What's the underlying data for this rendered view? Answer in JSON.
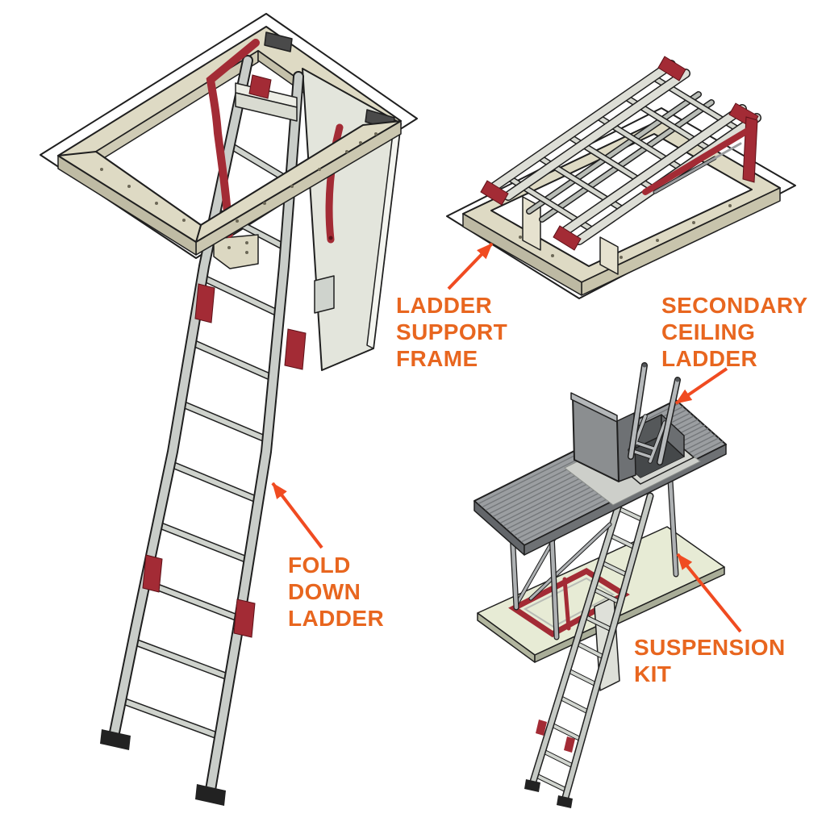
{
  "labels": {
    "support_frame": {
      "lines": [
        "LADDER",
        "SUPPORT",
        "FRAME"
      ]
    },
    "secondary_ladder": {
      "lines": [
        "SECONDARY",
        "CEILING",
        "LADDER"
      ]
    },
    "fold_down": {
      "lines": [
        "FOLD",
        "DOWN",
        "LADDER"
      ]
    },
    "suspension_kit": {
      "lines": [
        "SUSPENSION",
        "KIT"
      ]
    }
  },
  "figures": [
    {
      "name": "fold-down-ladder-deployed-illustration"
    },
    {
      "name": "ladder-support-frame-folded-illustration"
    },
    {
      "name": "suspension-kit-assembly-illustration"
    }
  ],
  "colors": {
    "background": "#FFFFFF",
    "accent_orange": "#E8661F",
    "arrow_orange": "#F04B21",
    "hinge_red": "#A32B35",
    "frame_cream": "#DEDAC4",
    "frame_cream_shade": "#C8C4AC",
    "ladder_gray": "#C9CDC9",
    "door_panel_gray": "#E3E5DC",
    "deck_gray": "#9B9EA1",
    "suspended_ceiling_green": "#E7EBD5",
    "outline": "#1F1F1F"
  }
}
